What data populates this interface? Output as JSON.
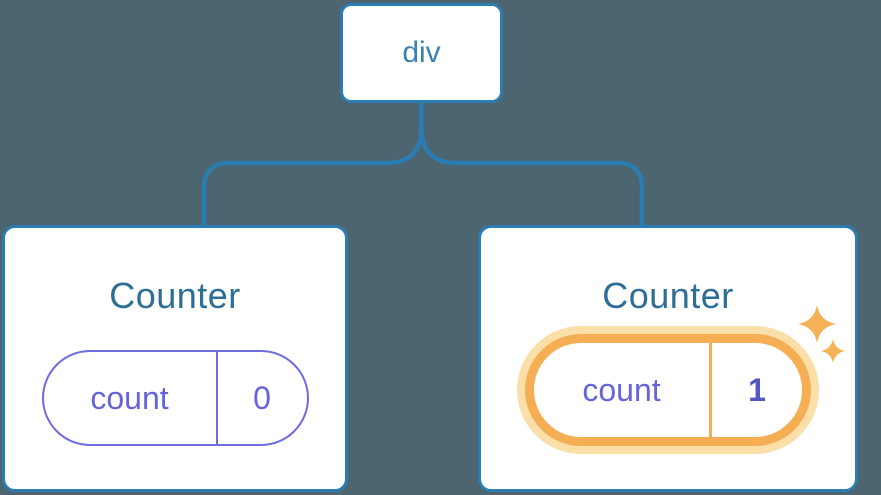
{
  "canvas": {
    "background_color": "#4d6570",
    "line_color": "#2b7cb1"
  },
  "tree": {
    "root": {
      "label": "div"
    },
    "children": [
      {
        "title": "Counter",
        "state": {
          "label": "count",
          "value": "0"
        },
        "highlighted": false,
        "pill_border_color": "#6f6ce0",
        "text_color": "#6564d8"
      },
      {
        "title": "Counter",
        "state": {
          "label": "count",
          "value": "1"
        },
        "highlighted": true,
        "pill_border_color": "#f5ae53",
        "glow_color": "#fbdfa9",
        "value_color": "#5456c8"
      }
    ]
  },
  "colors": {
    "card_border": "#2b7cb1",
    "root_text": "#3a82b4",
    "title_text": "#2d6e96",
    "sparkle": "#f5b156"
  }
}
